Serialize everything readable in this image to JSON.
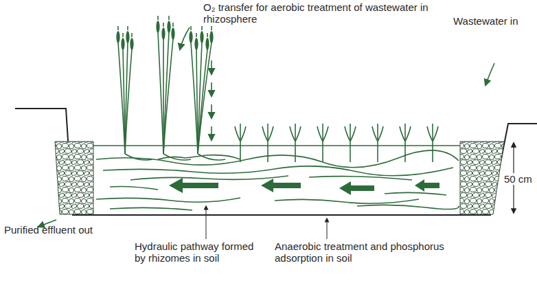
{
  "diagram": {
    "labels": [
      "O₂ transfer for aerobic treatment of wastewater in rhizosphere",
      "Wastewater in",
      "50 cm",
      "Purified effluent out",
      "Hydraulic pathway formed by rhizomes in soil",
      "Anaerobic treatment and phosphorus adsorption in soil"
    ]
  }
}
